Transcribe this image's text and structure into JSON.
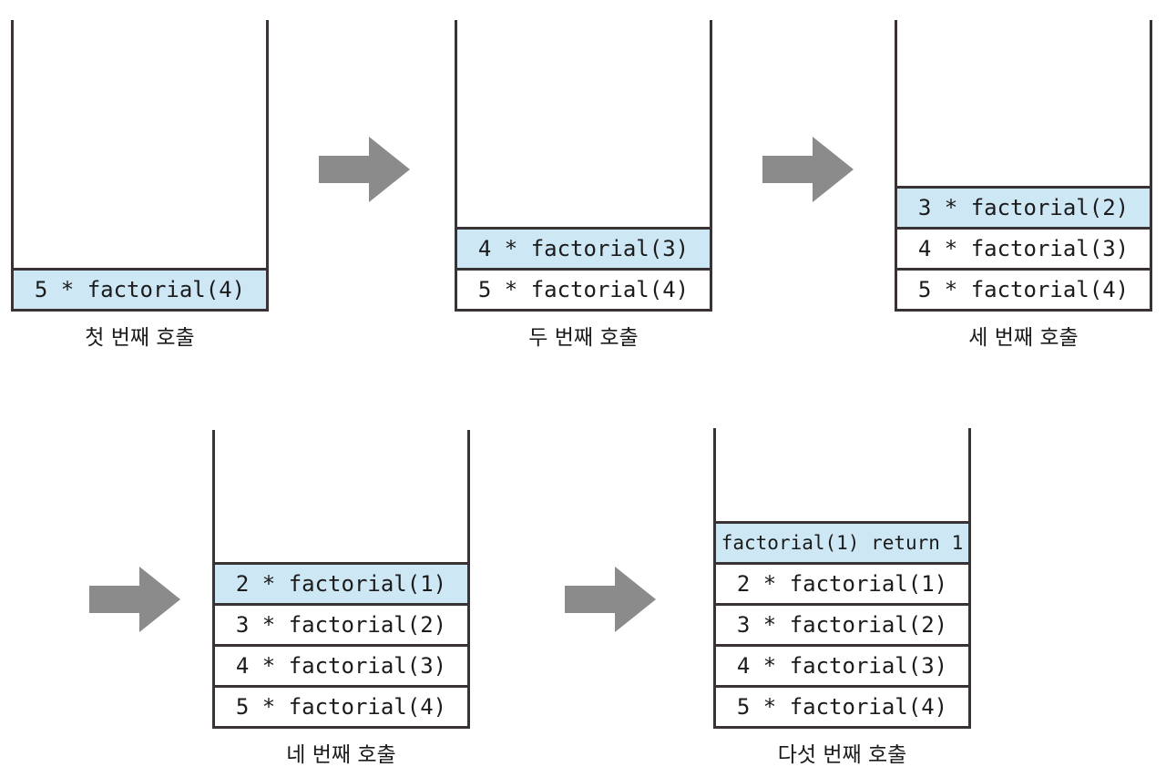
{
  "diagram": {
    "title": "factorial recursion call stack",
    "accent_highlight": "#cde7f5",
    "border_color": "#3a3336",
    "arrow_color": "#8b8b8b",
    "background": "#ffffff",
    "arrow_icon_name": "right-arrow-icon"
  },
  "stacks": [
    {
      "id": "call-1",
      "label": "첫 번째 호출",
      "frames": [
        {
          "text": "5 * factorial(4)",
          "highlight": true
        }
      ]
    },
    {
      "id": "call-2",
      "label": "두 번째 호출",
      "frames": [
        {
          "text": "4 * factorial(3)",
          "highlight": true
        },
        {
          "text": "5 * factorial(4)",
          "highlight": false
        }
      ]
    },
    {
      "id": "call-3",
      "label": "세 번째 호출",
      "frames": [
        {
          "text": "3 * factorial(2)",
          "highlight": true
        },
        {
          "text": "4 * factorial(3)",
          "highlight": false
        },
        {
          "text": "5 * factorial(4)",
          "highlight": false
        }
      ]
    },
    {
      "id": "call-4",
      "label": "네 번째 호출",
      "frames": [
        {
          "text": "2 * factorial(1)",
          "highlight": true
        },
        {
          "text": "3 * factorial(2)",
          "highlight": false
        },
        {
          "text": "4 * factorial(3)",
          "highlight": false
        },
        {
          "text": "5 * factorial(4)",
          "highlight": false
        }
      ]
    },
    {
      "id": "call-5",
      "label": "다섯 번째 호출",
      "frames": [
        {
          "text": "factorial(1) return 1",
          "highlight": true,
          "tight": true
        },
        {
          "text": "2 * factorial(1)",
          "highlight": false
        },
        {
          "text": "3 * factorial(2)",
          "highlight": false
        },
        {
          "text": "4 * factorial(3)",
          "highlight": false
        },
        {
          "text": "5 * factorial(4)",
          "highlight": false
        }
      ]
    }
  ],
  "arrows": [
    {
      "id": "arrow-1-to-2",
      "from": "call-1",
      "to": "call-2"
    },
    {
      "id": "arrow-2-to-3",
      "from": "call-2",
      "to": "call-3"
    },
    {
      "id": "arrow-3-to-4",
      "from": "call-3",
      "to": "call-4"
    },
    {
      "id": "arrow-4-to-5",
      "from": "call-4",
      "to": "call-5"
    }
  ]
}
